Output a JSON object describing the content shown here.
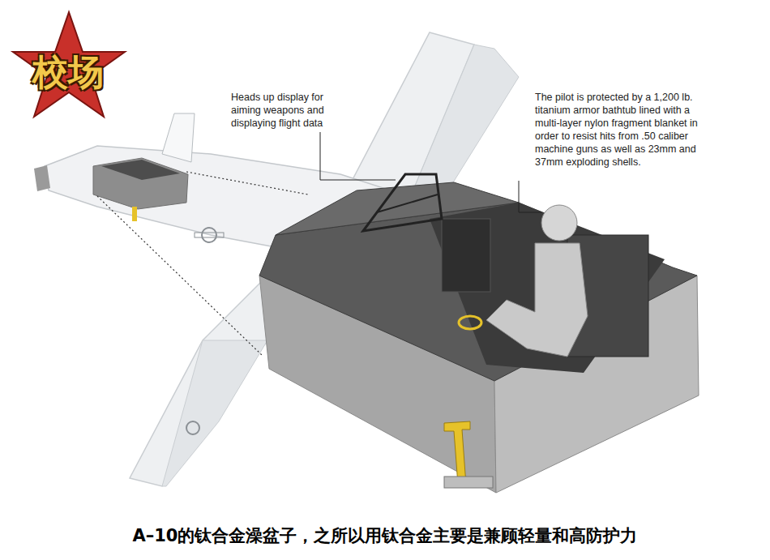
{
  "diagram": {
    "caption": "A–10的钛合金澡盆子，之所以用钛合金主要是兼顾轻量和高防护力",
    "labels": [
      "校场",
      "Heads up display for aiming weapons and displaying flight data",
      "The pilot is protected by a 1,200 lb. titanium armor bathtub lined with a multi-layer nylon fragment blanket in order to resist hits from .50 caliber machine guns as well as 23mm and 37mm exploding shells."
    ]
  }
}
